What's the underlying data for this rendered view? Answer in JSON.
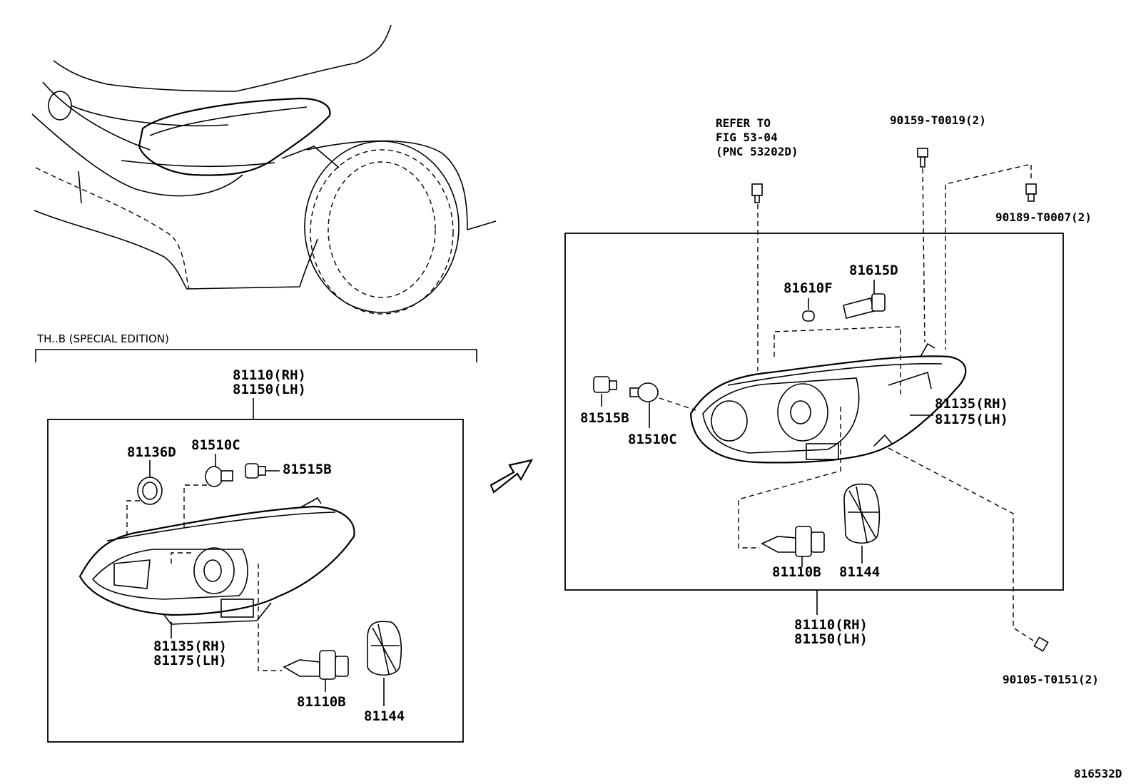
{
  "special_edition_label": "TH..B (SPECIAL EDITION)",
  "left_panel": {
    "assembly_rh": "81110(RH)",
    "assembly_lh": "81150(LH)",
    "socket_cover": "81136D",
    "bulb_small": "81510C",
    "socket": "81515B",
    "housing_rh": "81135(RH)",
    "housing_lh": "81175(LH)",
    "halogen_bulb": "81110B",
    "bulb_cover": "81144"
  },
  "right_panel": {
    "refer_line1": "REFER TO",
    "refer_line2": "FIG 53-04",
    "refer_line3": "(PNC 53202D)",
    "screw_top": "90159-T0019(2)",
    "screw_right": "90189-T0007(2)",
    "bulb_wedge": "81610F",
    "bulb_socket": "81615D",
    "socket": "81515B",
    "bulb_small": "81510C",
    "housing_rh": "81135(RH)",
    "housing_lh": "81175(LH)",
    "halogen_bulb": "81110B",
    "bulb_cover": "81144",
    "assembly_rh": "81110(RH)",
    "assembly_lh": "81150(LH)",
    "bolt_bottom": "90105-T0151(2)"
  },
  "figure_code": "816532D"
}
